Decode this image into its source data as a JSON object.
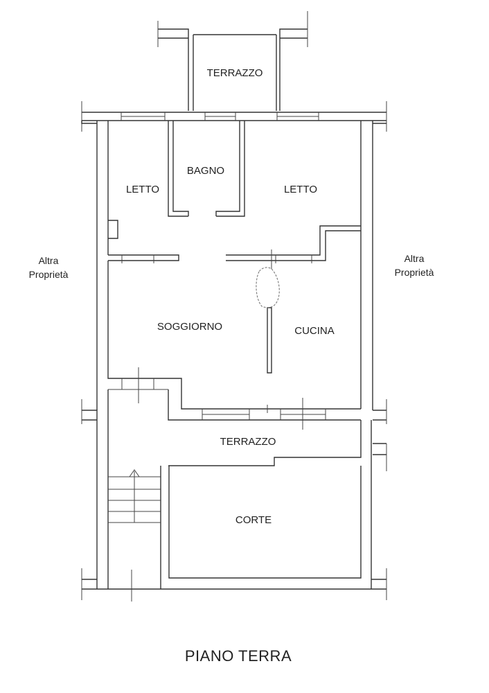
{
  "rooms": {
    "terrazzo_top": "TERRAZZO",
    "bagno": "BAGNO",
    "letto_left": "LETTO",
    "letto_right": "LETTO",
    "soggiorno": "SOGGIORNO",
    "cucina": "CUCINA",
    "terrazzo_bottom": "TERRAZZO",
    "corte": "CORTE"
  },
  "neighbors": {
    "left": [
      "Altra",
      "Proprietà"
    ],
    "right": [
      "Altra",
      "Proprietà"
    ]
  },
  "title": "PIANO TERRA"
}
